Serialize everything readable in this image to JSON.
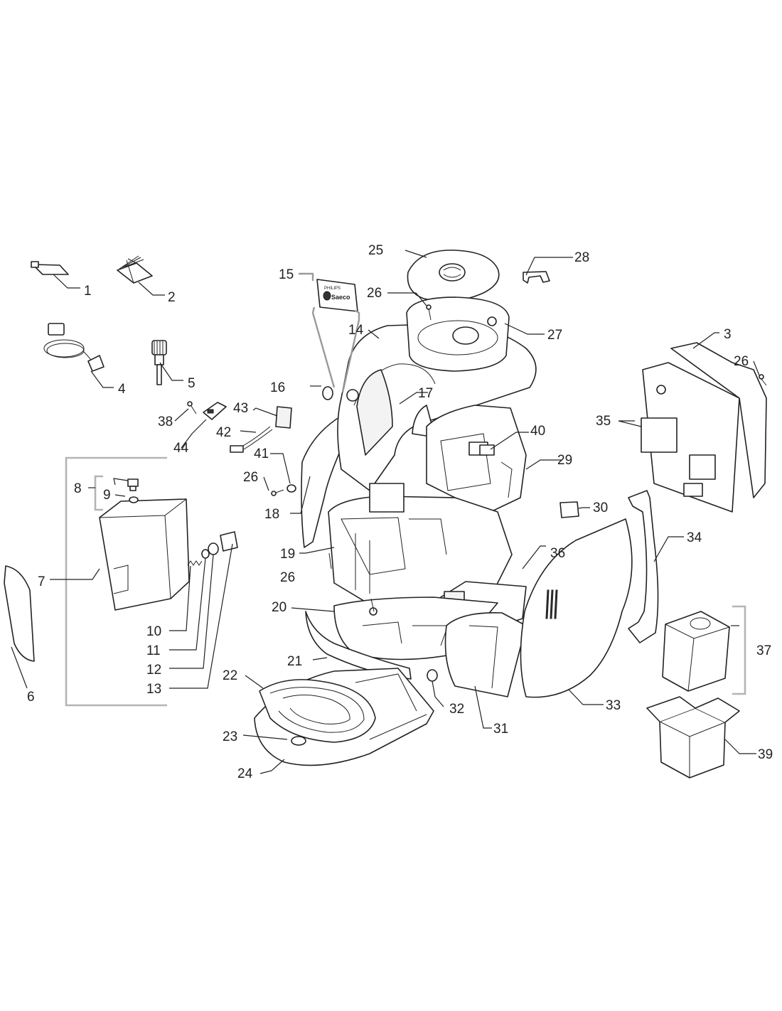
{
  "callouts": [
    "1",
    "2",
    "3",
    "4",
    "5",
    "6",
    "7",
    "8",
    "9",
    "10",
    "11",
    "12",
    "13",
    "14",
    "15",
    "16",
    "17",
    "18",
    "19",
    "20",
    "21",
    "22",
    "23",
    "24",
    "25",
    "26",
    "26",
    "26",
    "26",
    "27",
    "28",
    "29",
    "30",
    "31",
    "32",
    "33",
    "34",
    "35",
    "36",
    "37",
    "38",
    "39",
    "40",
    "41",
    "42",
    "43",
    "44"
  ],
  "badge": {
    "line1": "PHILIPS",
    "line2": "Saeco"
  }
}
